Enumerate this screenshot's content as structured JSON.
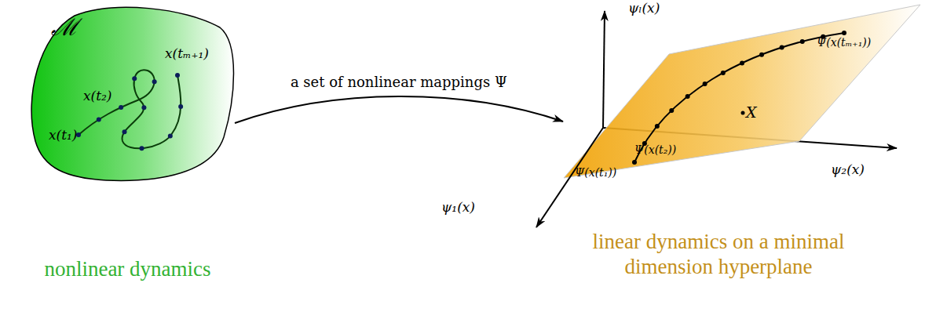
{
  "diagram": {
    "nodes": [
      {
        "text": [
          "ℳ"
        ]
      },
      {
        "text": [
          "X"
        ]
      }
    ],
    "edges": [
      {
        "from": 0,
        "to": 1,
        "arrow": "to",
        "label": "a set of nonlinear mappings Ψ"
      }
    ],
    "labels": [
      "x(t₁)",
      "x(t₂)",
      "x(tₘ₊₁)",
      "ψₗ(x)",
      "ψ₂(x)",
      "ψ₁(x)",
      "Ψ(x(t₁))",
      "Ψ(x(t₂))",
      "Ψ(x(tₘ₊₁))",
      "nonlinear dynamics",
      "linear dynamics on a minimal dimension hyperplane"
    ]
  }
}
